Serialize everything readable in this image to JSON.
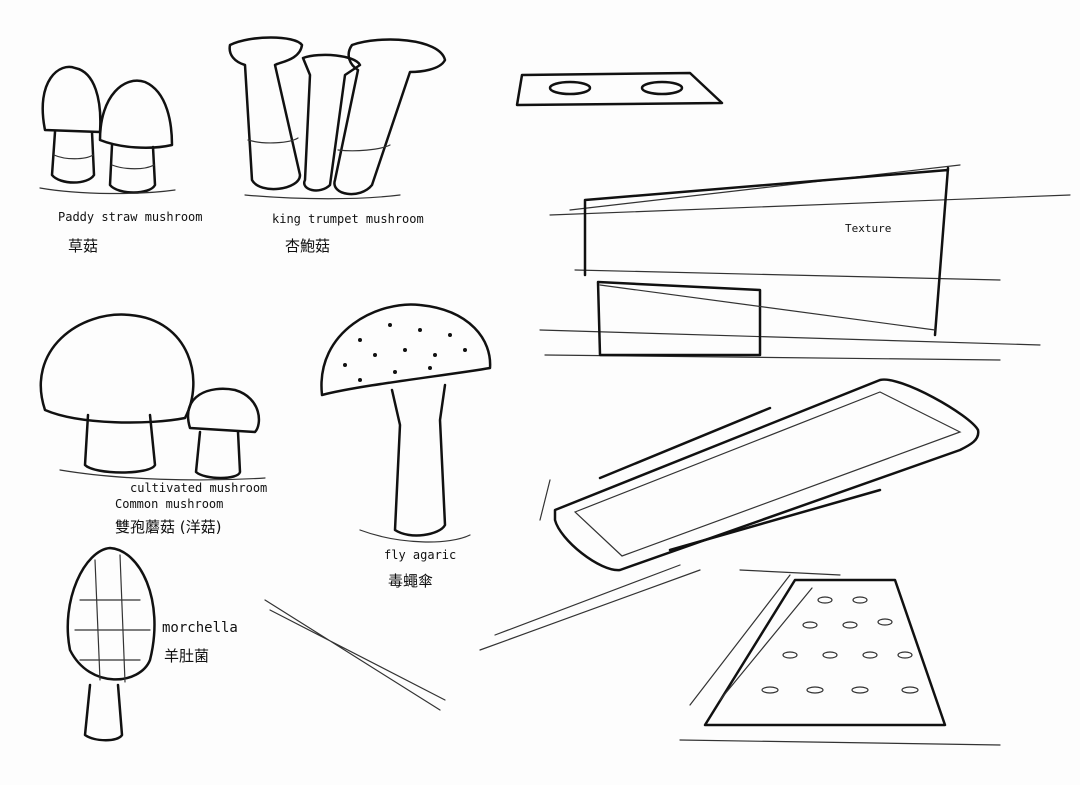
{
  "sketches": {
    "paddy_straw": {
      "en": "Paddy straw mushroom",
      "cn": "草菇"
    },
    "king_trumpet": {
      "en": "king trumpet mushroom",
      "cn": "杏鮑菇"
    },
    "texture": {
      "en": "Texture"
    },
    "common": {
      "en1": "cultivated mushroom",
      "en2": "Common mushroom",
      "cn": "雙孢蘑菇 (洋菇)"
    },
    "fly_agaric": {
      "en": "fly agaric",
      "cn": "毒蠅傘"
    },
    "morchella": {
      "en": "morchella",
      "cn": "羊肚菌"
    }
  }
}
